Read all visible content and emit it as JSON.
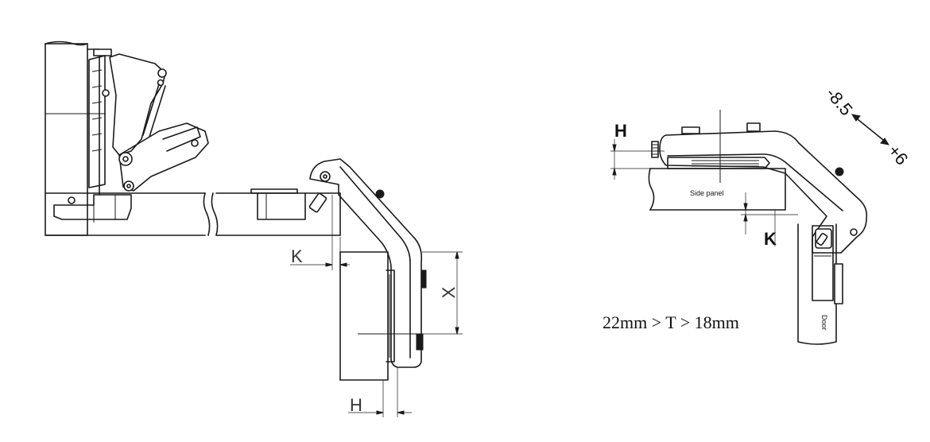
{
  "left_diagram": {
    "labels": {
      "k": "K",
      "x": "X",
      "h": "H"
    }
  },
  "right_diagram": {
    "labels": {
      "h": "H",
      "k": "K",
      "side_panel": "Side panel",
      "door": "Door"
    },
    "adjust_minus": "-8.5",
    "adjust_plus": "+6",
    "formula": "22mm > T > 18mm"
  }
}
